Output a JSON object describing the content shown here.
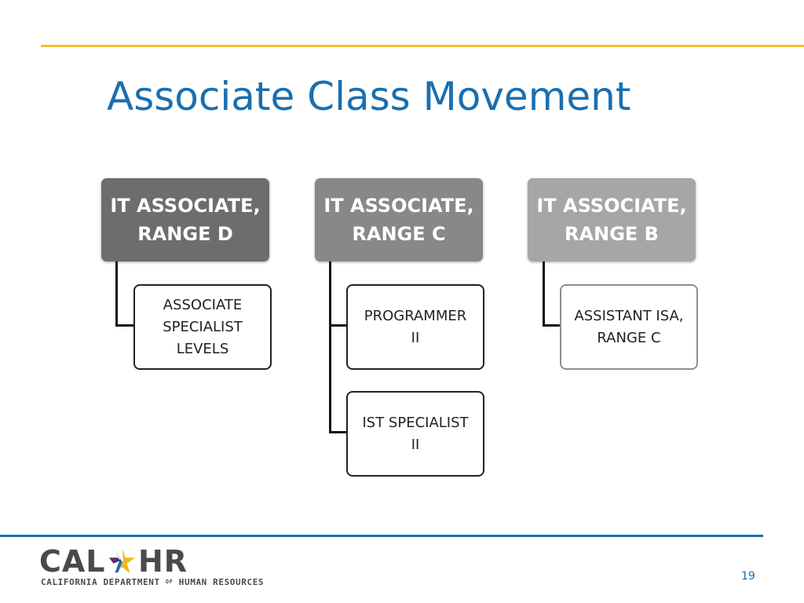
{
  "slide": {
    "title": "Associate Class Movement",
    "page_number": "19",
    "colors": {
      "title": "#1a6fb0",
      "top_rule": "#f1c232",
      "bottom_rule": "#1a6fb0"
    }
  },
  "diagram": {
    "columns": [
      {
        "heading": "IT ASSOCIATE,\nRANGE D",
        "heading_color": "#6d6d6d",
        "children": [
          "ASSOCIATE\nSPECIALIST\nLEVELS"
        ]
      },
      {
        "heading": "IT ASSOCIATE,\nRANGE C",
        "heading_color": "#888888",
        "children": [
          "PROGRAMMER\nII",
          "IST SPECIALIST\nII"
        ]
      },
      {
        "heading": "IT ASSOCIATE,\nRANGE B",
        "heading_color": "#a6a6a6",
        "children": [
          "ASSISTANT ISA,\nRANGE C"
        ]
      }
    ]
  },
  "logo": {
    "word_left": "CAL",
    "word_right": "HR",
    "subtitle_left": "CALIFORNIA DEPARTMENT",
    "subtitle_of": "OF",
    "subtitle_right": "HUMAN RESOURCES",
    "colors": {
      "text": "#4a4a4a",
      "star_gold": "#f1b81c",
      "star_blue": "#1a6fb0",
      "star_purple": "#5b2c6f"
    },
    "icon": "star-icon"
  }
}
